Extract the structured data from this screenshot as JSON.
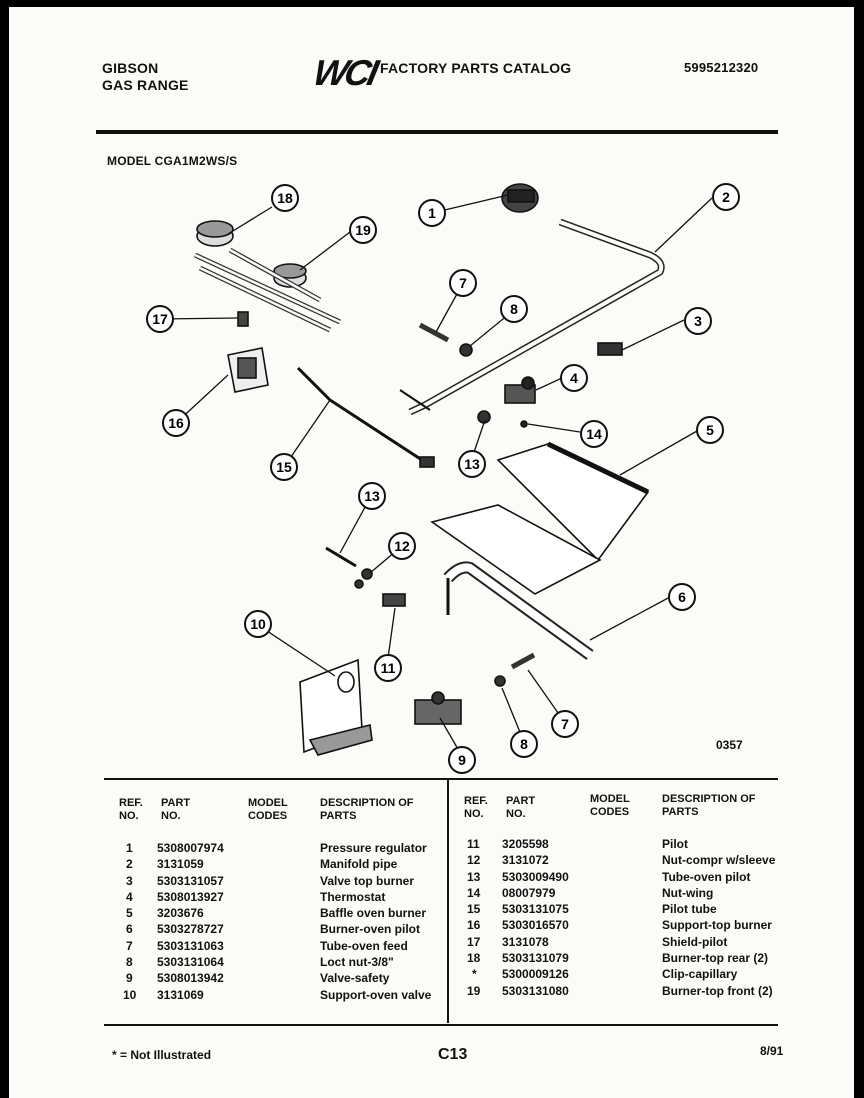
{
  "header": {
    "brand_line1": "GIBSON",
    "brand_line2": "GAS RANGE",
    "logo_text": "WCI",
    "catalog_title": "FACTORY PARTS CATALOG",
    "catalog_number": "5995212320",
    "model": "MODEL CGA1M2WS/S"
  },
  "diagram": {
    "figure_number": "0357",
    "callouts": [
      "1",
      "2",
      "3",
      "4",
      "5",
      "6",
      "7",
      "8",
      "7",
      "8",
      "9",
      "10",
      "11",
      "12",
      "13",
      "13",
      "14",
      "15",
      "16",
      "17",
      "18",
      "19"
    ]
  },
  "table": {
    "headers": {
      "ref": "REF. NO.",
      "part": "PART NO.",
      "codes": "MODEL CODES",
      "desc": "DESCRIPTION OF PARTS"
    },
    "left_rows": [
      {
        "ref": "1",
        "part": "5308007974",
        "desc": "Pressure regulator"
      },
      {
        "ref": "2",
        "part": "3131059",
        "desc": "Manifold pipe"
      },
      {
        "ref": "3",
        "part": "5303131057",
        "desc": "Valve top burner"
      },
      {
        "ref": "4",
        "part": "5308013927",
        "desc": "Thermostat"
      },
      {
        "ref": "5",
        "part": "3203676",
        "desc": "Baffle oven burner"
      },
      {
        "ref": "6",
        "part": "5303278727",
        "desc": "Burner-oven pilot"
      },
      {
        "ref": "7",
        "part": "5303131063",
        "desc": "Tube-oven feed"
      },
      {
        "ref": "8",
        "part": "5303131064",
        "desc": "Loct nut-3/8\""
      },
      {
        "ref": "9",
        "part": "5308013942",
        "desc": "Valve-safety"
      },
      {
        "ref": "10",
        "part": "3131069",
        "desc": "Support-oven valve"
      }
    ],
    "right_rows": [
      {
        "ref": "11",
        "part": "3205598",
        "desc": "Pilot"
      },
      {
        "ref": "12",
        "part": "3131072",
        "desc": "Nut-compr w/sleeve"
      },
      {
        "ref": "13",
        "part": "5303009490",
        "desc": "Tube-oven pilot"
      },
      {
        "ref": "14",
        "part": "08007979",
        "desc": "Nut-wing"
      },
      {
        "ref": "15",
        "part": "5303131075",
        "desc": "Pilot tube"
      },
      {
        "ref": "16",
        "part": "5303016570",
        "desc": "Support-top burner"
      },
      {
        "ref": "17",
        "part": "3131078",
        "desc": "Shield-pilot"
      },
      {
        "ref": "18",
        "part": "5303131079",
        "desc": "Burner-top rear (2)"
      },
      {
        "ref": "*",
        "part": "5300009126",
        "desc": "Clip-capillary"
      },
      {
        "ref": "19",
        "part": "5303131080",
        "desc": "Burner-top front (2)"
      }
    ]
  },
  "footer": {
    "note": "* = Not Illustrated",
    "page": "C13",
    "date": "8/91"
  }
}
